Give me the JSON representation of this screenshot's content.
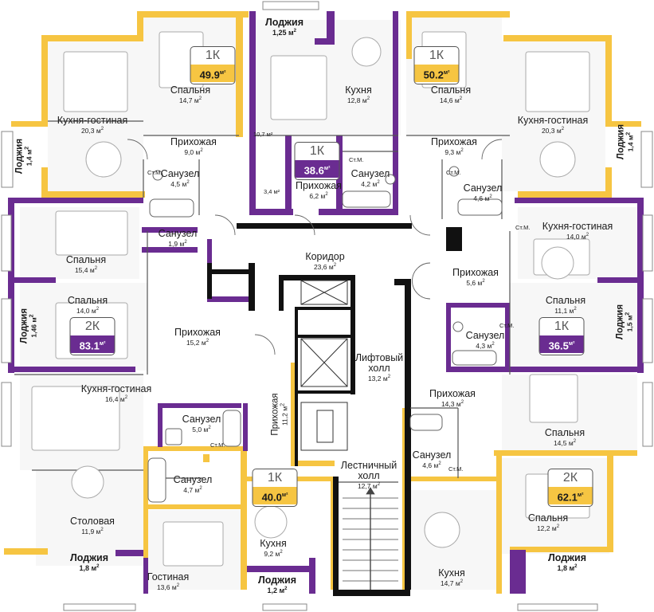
{
  "colors": {
    "yellow": "#f6c542",
    "purple": "#6a2c91",
    "wall": "#111111"
  },
  "apartments": [
    {
      "type": "1К",
      "area": "49.9",
      "unit": "м²",
      "accent": "yellow"
    },
    {
      "type": "1К",
      "area": "38.6",
      "unit": "м²",
      "accent": "purple"
    },
    {
      "type": "1К",
      "area": "50.2",
      "unit": "м²",
      "accent": "yellow"
    },
    {
      "type": "2К",
      "area": "83.1",
      "unit": "м²",
      "accent": "purple"
    },
    {
      "type": "1К",
      "area": "36.5",
      "unit": "м²",
      "accent": "purple"
    },
    {
      "type": "1К",
      "area": "40.0",
      "unit": "м²",
      "accent": "yellow"
    },
    {
      "type": "2К",
      "area": "62.1",
      "unit": "м²",
      "accent": "yellow"
    }
  ],
  "rooms": [
    {
      "name": "Лоджия",
      "area": "1,25 м",
      "sup": "2",
      "bold": true
    },
    {
      "name": "Кухня",
      "area": "12,8 м",
      "sup": "2"
    },
    {
      "name": "Спальня",
      "area": "14,7 м",
      "sup": "2"
    },
    {
      "name": "Спальня",
      "area": "14,6 м",
      "sup": "2"
    },
    {
      "name": "Кухня-гостиная",
      "area": "20,3 м",
      "sup": "2"
    },
    {
      "name": "Кухня-гостиная",
      "area": "20,3 м",
      "sup": "2"
    },
    {
      "name": "Прихожая",
      "area": "9,0 м",
      "sup": "2"
    },
    {
      "name": "Прихожая",
      "area": "9,3 м",
      "sup": "2"
    },
    {
      "name": "Санузел",
      "area": "4,5 м",
      "sup": "2"
    },
    {
      "name": "Прихожая",
      "area": "6,2 м",
      "sup": "2"
    },
    {
      "name": "Санузел",
      "area": "4,2 м",
      "sup": "2"
    },
    {
      "name": "Санузел",
      "area": "4,6 м",
      "sup": "2"
    },
    {
      "name": "Санузел",
      "area": "1,9 м",
      "sup": "2"
    },
    {
      "name": "Кухня-гостиная",
      "area": "14,0 м",
      "sup": "2"
    },
    {
      "name": "Спальня",
      "area": "15,4 м",
      "sup": "2"
    },
    {
      "name": "Коридор",
      "area": "23,6 м",
      "sup": "2"
    },
    {
      "name": "Прихожая",
      "area": "5,6 м",
      "sup": "2"
    },
    {
      "name": "Спальня",
      "area": "14,0 м",
      "sup": "2"
    },
    {
      "name": "Спальня",
      "area": "11,1 м",
      "sup": "2"
    },
    {
      "name": "Прихожая",
      "area": "15,2 м",
      "sup": "2"
    },
    {
      "name": "Санузел",
      "area": "4,3 м",
      "sup": "2"
    },
    {
      "name": "Лифтовый холл",
      "area": "13,2 м",
      "sup": "2"
    },
    {
      "name": "Кухня-гостиная",
      "area": "16,4 м",
      "sup": "2"
    },
    {
      "name": "Прихожая",
      "area": "14,3 м",
      "sup": "2"
    },
    {
      "name": "Санузел",
      "area": "5,0 м",
      "sup": "2"
    },
    {
      "name": "Спальня",
      "area": "14,5 м",
      "sup": "2"
    },
    {
      "name": "Санузел",
      "area": "4,6 м",
      "sup": "2"
    },
    {
      "name": "Санузел",
      "area": "4,7 м",
      "sup": "2"
    },
    {
      "name": "Лестничный холл",
      "area": "12,7 м",
      "sup": "2"
    },
    {
      "name": "Столовая",
      "area": "11,9 м",
      "sup": "2"
    },
    {
      "name": "Кухня",
      "area": "9,2 м",
      "sup": "2"
    },
    {
      "name": "Спальня",
      "area": "12,2 м",
      "sup": "2"
    },
    {
      "name": "Лоджия",
      "area": "1,8 м",
      "sup": "2",
      "bold": true
    },
    {
      "name": "Лоджия",
      "area": "1,8 м",
      "sup": "2",
      "bold": true
    },
    {
      "name": "Гостиная",
      "area": "13,6 м",
      "sup": "2"
    },
    {
      "name": "Лоджия",
      "area": "1,2 м",
      "sup": "2",
      "bold": true
    },
    {
      "name": "Кухня",
      "area": "14,7 м",
      "sup": "2"
    }
  ],
  "vertical_rooms": [
    {
      "name": "Лоджия",
      "area": "1,4 м",
      "sup": "2",
      "bold": true
    },
    {
      "name": "Лоджия",
      "area": "1,4 м",
      "sup": "2",
      "bold": true
    },
    {
      "name": "Лоджия",
      "area": "1,46 м",
      "sup": "2",
      "bold": true
    },
    {
      "name": "Лоджия",
      "area": "1,5 м",
      "sup": "2",
      "bold": true
    },
    {
      "name": "Прихожая",
      "area": "11,2 м",
      "sup": "2"
    }
  ],
  "small_labels": [
    "10,7 м²",
    "3,4 м²",
    "Ст.М.",
    "Ст.М.",
    "Ст.М.",
    "Ст.М.",
    "Ст.М.",
    "Ст.М.",
    "Ст.М."
  ]
}
